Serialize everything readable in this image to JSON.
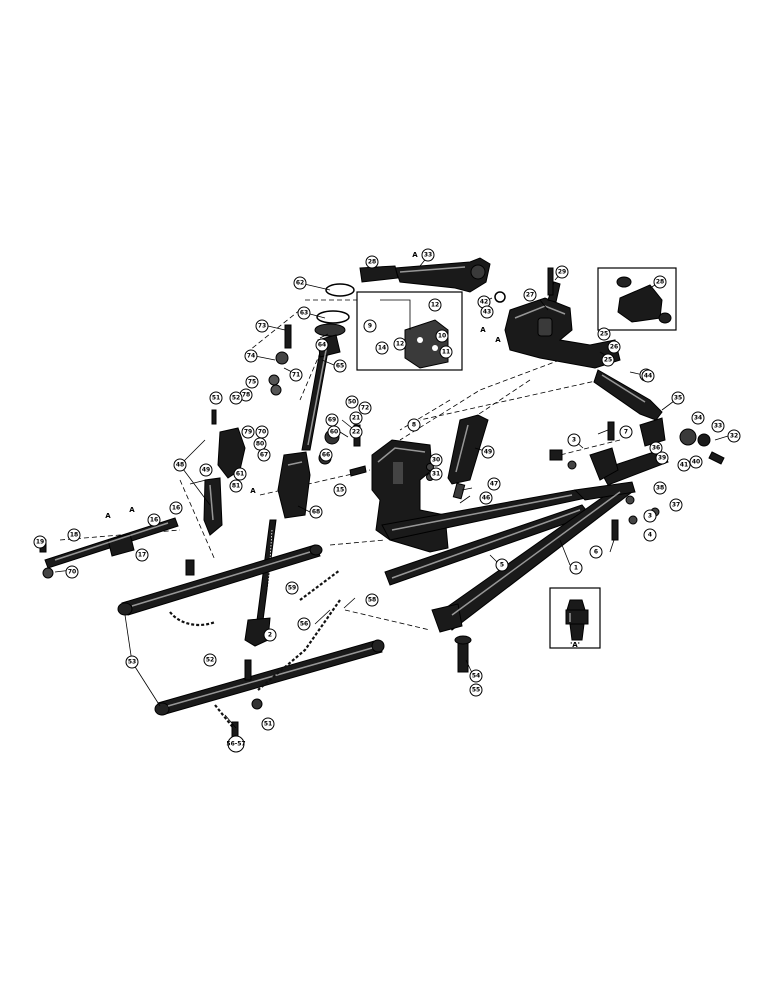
{
  "callouts": [
    {
      "label": "28"
    },
    {
      "label": "33"
    },
    {
      "label": "62"
    },
    {
      "label": "42"
    },
    {
      "label": "43"
    },
    {
      "label": "27"
    },
    {
      "label": "29"
    },
    {
      "label": "28"
    },
    {
      "label": "12"
    },
    {
      "label": "9"
    },
    {
      "label": "14"
    },
    {
      "label": "12"
    },
    {
      "label": "10"
    },
    {
      "label": "11"
    },
    {
      "label": "73"
    },
    {
      "label": "63"
    },
    {
      "label": "64"
    },
    {
      "label": "65"
    },
    {
      "label": "72"
    },
    {
      "label": "71"
    },
    {
      "label": "74"
    },
    {
      "label": "75"
    },
    {
      "label": "78"
    },
    {
      "label": "25"
    },
    {
      "label": "26"
    },
    {
      "label": "25"
    },
    {
      "label": "24"
    },
    {
      "label": "44"
    },
    {
      "label": "35"
    },
    {
      "label": "51"
    },
    {
      "label": "52"
    },
    {
      "label": "50"
    },
    {
      "label": "79"
    },
    {
      "label": "70"
    },
    {
      "label": "80"
    },
    {
      "label": "67"
    },
    {
      "label": "69"
    },
    {
      "label": "60"
    },
    {
      "label": "66"
    },
    {
      "label": "21"
    },
    {
      "label": "22"
    },
    {
      "label": "8"
    },
    {
      "label": "49"
    },
    {
      "label": "30"
    },
    {
      "label": "31"
    },
    {
      "label": "46"
    },
    {
      "label": "47"
    },
    {
      "label": "3"
    },
    {
      "label": "7"
    },
    {
      "label": "34"
    },
    {
      "label": "33"
    },
    {
      "label": "32"
    },
    {
      "label": "36"
    },
    {
      "label": "39"
    },
    {
      "label": "41"
    },
    {
      "label": "40"
    },
    {
      "label": "38"
    },
    {
      "label": "37"
    },
    {
      "label": "48"
    },
    {
      "label": "49"
    },
    {
      "label": "61"
    },
    {
      "label": "81"
    },
    {
      "label": "16"
    },
    {
      "label": "68"
    },
    {
      "label": "15"
    },
    {
      "label": "18"
    },
    {
      "label": "19"
    },
    {
      "label": "17"
    },
    {
      "label": "16"
    },
    {
      "label": "70"
    },
    {
      "label": "3"
    },
    {
      "label": "4"
    },
    {
      "label": "5"
    },
    {
      "label": "6"
    },
    {
      "label": "1"
    },
    {
      "label": "59"
    },
    {
      "label": "58"
    },
    {
      "label": "56"
    },
    {
      "label": "2"
    },
    {
      "label": "53"
    },
    {
      "label": "52"
    },
    {
      "label": "51"
    },
    {
      "label": "54"
    },
    {
      "label": "55"
    },
    {
      "label": "56-57"
    }
  ],
  "letter_marks": [
    {
      "text": "A"
    },
    {
      "text": "A"
    },
    {
      "text": "A"
    },
    {
      "text": "A"
    },
    {
      "text": "A"
    },
    {
      "text": "A"
    }
  ],
  "inset": {
    "caption": "'A'"
  }
}
